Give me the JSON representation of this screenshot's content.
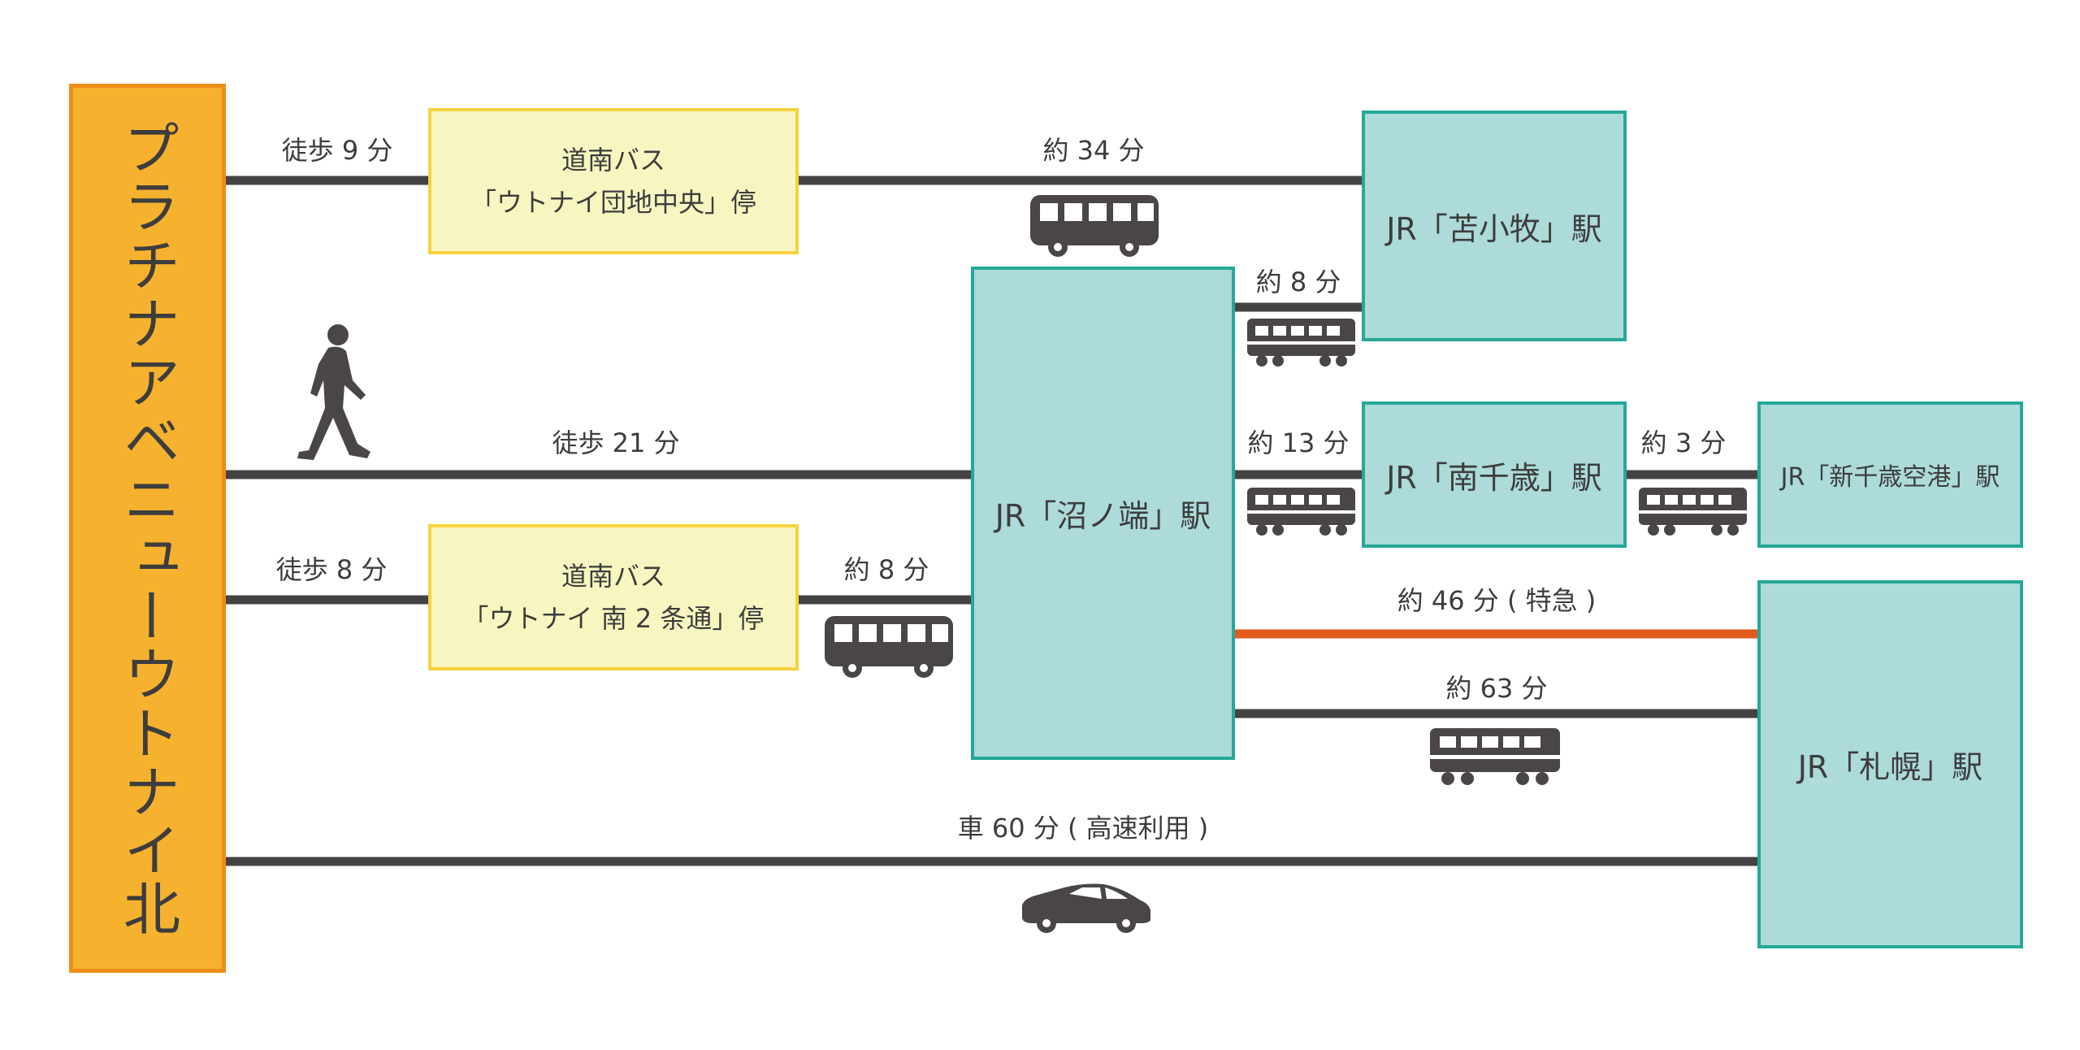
{
  "origin": {
    "name": "プラチナアベニューウトナイ北"
  },
  "stops": {
    "bus_stop_1": {
      "line1": "道南バス",
      "line2": "「ウトナイ団地中央」停"
    },
    "bus_stop_2": {
      "line1": "道南バス",
      "line2": "「ウトナイ 南 2 条通」停"
    }
  },
  "stations": {
    "tomakomai": "JR「苫小牧」駅",
    "numanohata": "JR「沼ノ端」駅",
    "minami_chitose": "JR「南千歳」駅",
    "new_chitose_airport": "JR「新千歳空港」駅",
    "sapporo": "JR「札幌」駅"
  },
  "routes": {
    "walk_to_stop1": "徒歩 9 分",
    "bus_to_tomakomai": "約 34 分",
    "train_numanohata_tomakomai": "約 8 分",
    "walk_to_numanohata": "徒歩 21 分",
    "train_numanohata_minamichitose": "約 13 分",
    "train_minamichitose_airport": "約 3 分",
    "walk_to_stop2": "徒歩 8 分",
    "bus_to_numanohata": "約 8 分",
    "express_to_sapporo": "約 46 分 ( 特急 )",
    "train_to_sapporo": "約 63 分",
    "car_to_sapporo": "車 60 分 ( 高速利用 )"
  },
  "colors": {
    "line": "#454243",
    "express": "#e05a1e",
    "origin_fill": "#f6b22e",
    "origin_border": "#ee8c1d",
    "stop_fill": "#f7f6c0",
    "stop_border": "#f6d23d",
    "station_fill": "#acdbd9",
    "station_border": "#25a89a",
    "icon": "#4a4648"
  },
  "icons": [
    "walking-person-icon",
    "bus-icon",
    "train-icon",
    "car-icon"
  ]
}
